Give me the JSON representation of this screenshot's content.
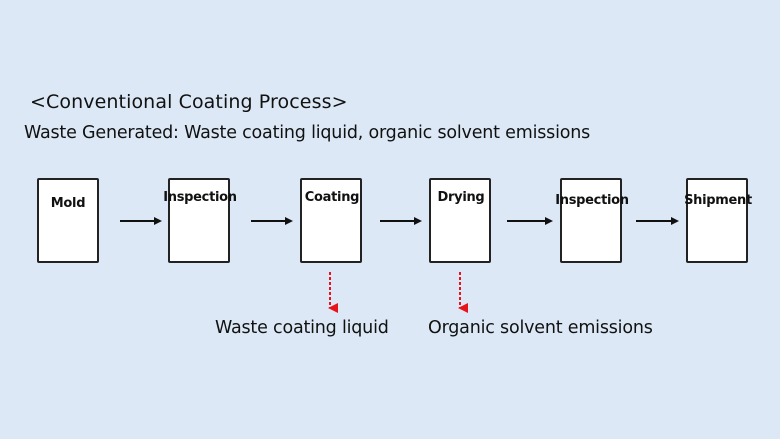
{
  "diagram": {
    "title": "<Conventional Coating Process>",
    "subtitle": "Waste Generated: Waste coating liquid, organic solvent emissions",
    "steps": [
      {
        "label": "Mold"
      },
      {
        "label": "Inspection"
      },
      {
        "label": "Coating"
      },
      {
        "label": "Drying"
      },
      {
        "label": "Inspection"
      },
      {
        "label": "Shipment"
      }
    ],
    "waste_outputs": [
      {
        "from_step": "Coating",
        "label": "Waste coating liquid"
      },
      {
        "from_step": "Drying",
        "label": "Organic solvent emissions"
      }
    ],
    "colors": {
      "background": "#dce8f5",
      "box_fill": "#ffffff",
      "box_border": "#222222",
      "flow_arrow": "#111111",
      "waste_arrow": "#e8141c"
    }
  }
}
